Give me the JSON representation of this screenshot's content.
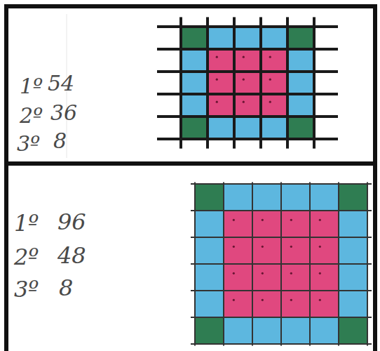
{
  "diagram": {
    "labels": [
      "1º",
      "54",
      "2º",
      "36",
      "3º",
      "8",
      "1º",
      "96",
      "2º",
      "48",
      "3º",
      "8"
    ]
  }
}
